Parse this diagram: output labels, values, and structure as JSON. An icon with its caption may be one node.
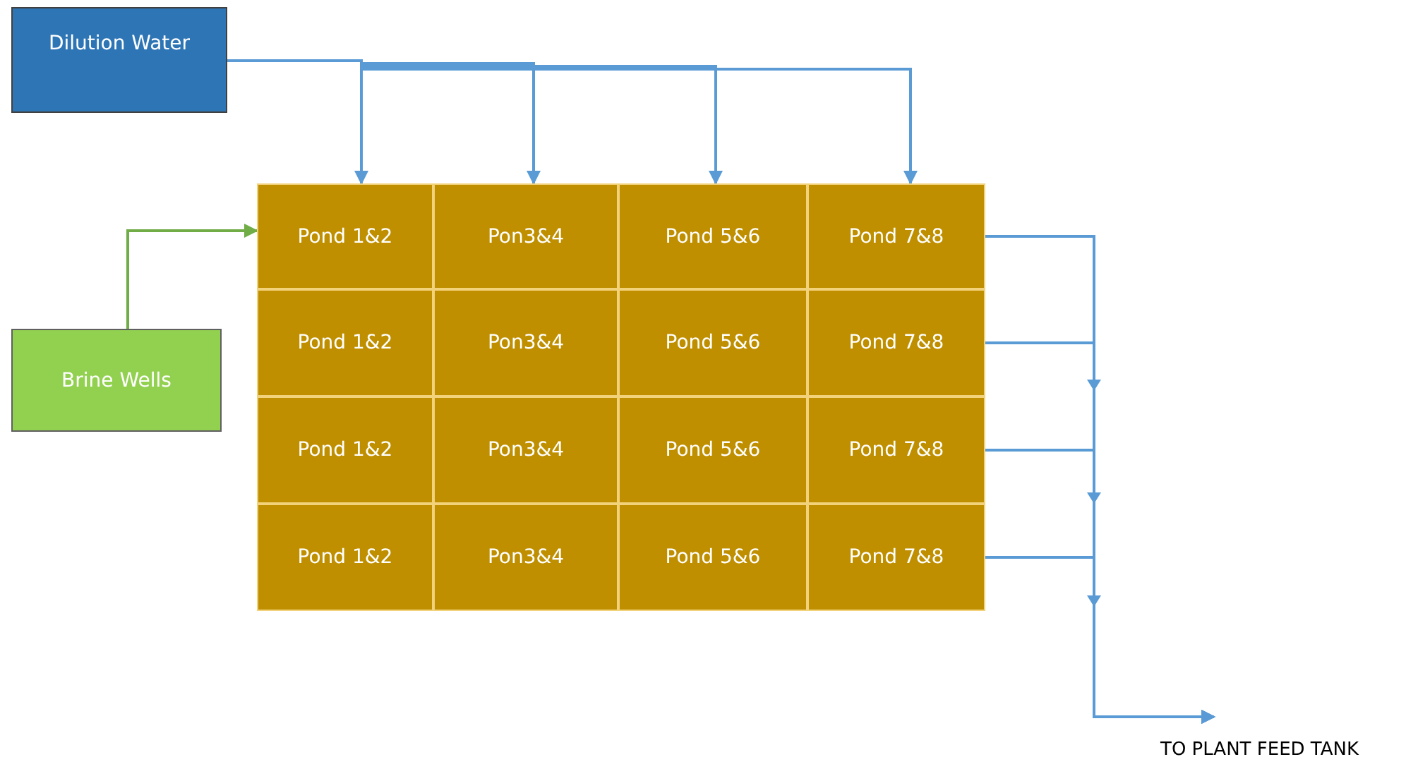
{
  "diagram": {
    "nodes": [
      {
        "text": [
          "Dilution Water"
        ]
      },
      {
        "text": [
          "Brine Wells"
        ]
      },
      {
        "text": [
          "Pond 1&2"
        ]
      },
      {
        "text": [
          "Pon3&4"
        ]
      },
      {
        "text": [
          "Pond 5&6"
        ]
      },
      {
        "text": [
          "Pond 7&8"
        ]
      },
      {
        "text": [
          "Pond 1&2"
        ]
      },
      {
        "text": [
          "Pon3&4"
        ]
      },
      {
        "text": [
          "Pond 5&6"
        ]
      },
      {
        "text": [
          "Pond 7&8"
        ]
      },
      {
        "text": [
          "Pond 1&2"
        ]
      },
      {
        "text": [
          "Pon3&4"
        ]
      },
      {
        "text": [
          "Pond 5&6"
        ]
      },
      {
        "text": [
          "Pond 7&8"
        ]
      },
      {
        "text": [
          "Pond 1&2"
        ]
      },
      {
        "text": [
          "Pon3&4"
        ]
      },
      {
        "text": [
          "Pond 5&6"
        ]
      },
      {
        "text": [
          "Pond 7&8"
        ]
      },
      {
        "text": [
          "TO PLANT FEED TANK"
        ]
      }
    ],
    "edges": [
      {
        "from": 0,
        "to": 2,
        "arrow": "to"
      },
      {
        "from": 0,
        "to": 3,
        "arrow": "to"
      },
      {
        "from": 0,
        "to": 4,
        "arrow": "to"
      },
      {
        "from": 0,
        "to": 5,
        "arrow": "to"
      },
      {
        "from": 1,
        "to": 2,
        "arrow": "to",
        "color": "#70ad47"
      },
      {
        "from": 5,
        "to": 18,
        "arrow": "to"
      },
      {
        "from": 9,
        "to": 18,
        "arrow": "to"
      },
      {
        "from": 13,
        "to": 18,
        "arrow": "to"
      },
      {
        "from": 17,
        "to": 18,
        "arrow": "to"
      }
    ]
  }
}
